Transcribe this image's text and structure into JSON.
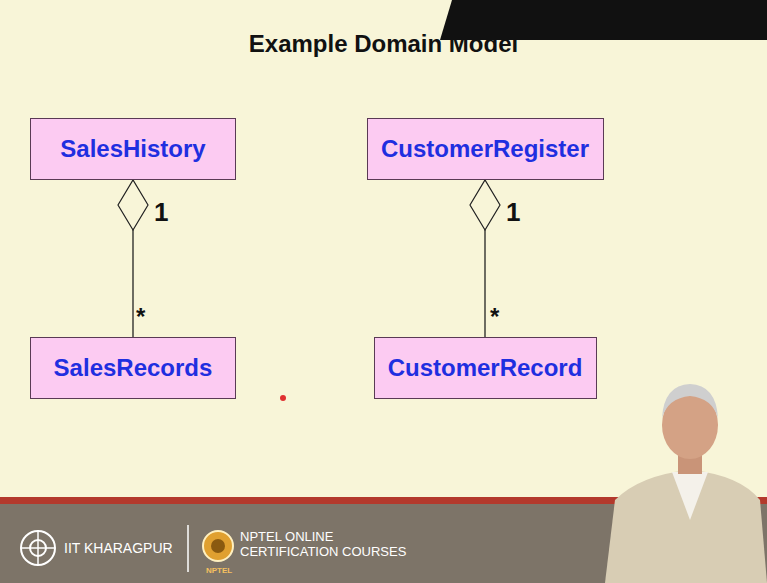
{
  "diagram": {
    "title": "Example Domain Model",
    "nodes": [
      {
        "text": [
          "SalesHistory"
        ]
      },
      {
        "text": [
          "CustomerRegister"
        ]
      },
      {
        "text": [
          "SalesRecords"
        ]
      },
      {
        "text": [
          "CustomerRecord"
        ]
      }
    ],
    "edges": [
      {
        "from": 2,
        "to": 0,
        "arrow": "to"
      },
      {
        "from": 3,
        "to": 1,
        "arrow": "to"
      }
    ],
    "labels": [
      "1",
      "*",
      "1",
      "*",
      "IIT KHARAGPUR",
      "NPTEL ONLINE CERTIFICATION COURSES",
      "NPTEL"
    ]
  }
}
